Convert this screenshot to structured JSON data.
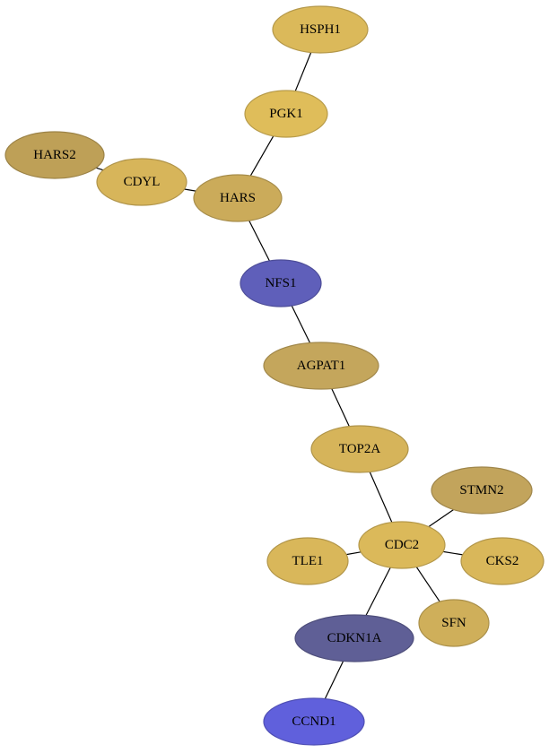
{
  "nodes": [
    {
      "id": "HSPH1",
      "label": "HSPH1",
      "fill": "#dbb95a"
    },
    {
      "id": "PGK1",
      "label": "PGK1",
      "fill": "#dfbd5a"
    },
    {
      "id": "HARS2",
      "label": "HARS2",
      "fill": "#bea057"
    },
    {
      "id": "CDYL",
      "label": "CDYL",
      "fill": "#d7b55a"
    },
    {
      "id": "HARS",
      "label": "HARS",
      "fill": "#cbab5a"
    },
    {
      "id": "NFS1",
      "label": "NFS1",
      "fill": "#5f5fba"
    },
    {
      "id": "AGPAT1",
      "label": "AGPAT1",
      "fill": "#c4a65c"
    },
    {
      "id": "TOP2A",
      "label": "TOP2A",
      "fill": "#d6b45a"
    },
    {
      "id": "STMN2",
      "label": "STMN2",
      "fill": "#c2a45c"
    },
    {
      "id": "TLE1",
      "label": "TLE1",
      "fill": "#d9b75a"
    },
    {
      "id": "CDC2",
      "label": "CDC2",
      "fill": "#dbb95a"
    },
    {
      "id": "CKS2",
      "label": "CKS2",
      "fill": "#d9b75a"
    },
    {
      "id": "SFN",
      "label": "SFN",
      "fill": "#cfaf5a"
    },
    {
      "id": "CDKN1A",
      "label": "CDKN1A",
      "fill": "#5f5f96"
    },
    {
      "id": "CCND1",
      "label": "CCND1",
      "fill": "#6060dc"
    }
  ],
  "edges": [
    [
      "HSPH1",
      "PGK1"
    ],
    [
      "PGK1",
      "HARS"
    ],
    [
      "HARS2",
      "CDYL"
    ],
    [
      "CDYL",
      "HARS"
    ],
    [
      "HARS",
      "NFS1"
    ],
    [
      "NFS1",
      "AGPAT1"
    ],
    [
      "AGPAT1",
      "TOP2A"
    ],
    [
      "TOP2A",
      "CDC2"
    ],
    [
      "CDC2",
      "STMN2"
    ],
    [
      "CDC2",
      "TLE1"
    ],
    [
      "CDC2",
      "CKS2"
    ],
    [
      "CDC2",
      "SFN"
    ],
    [
      "CDC2",
      "CDKN1A"
    ],
    [
      "CDKN1A",
      "CCND1"
    ]
  ]
}
